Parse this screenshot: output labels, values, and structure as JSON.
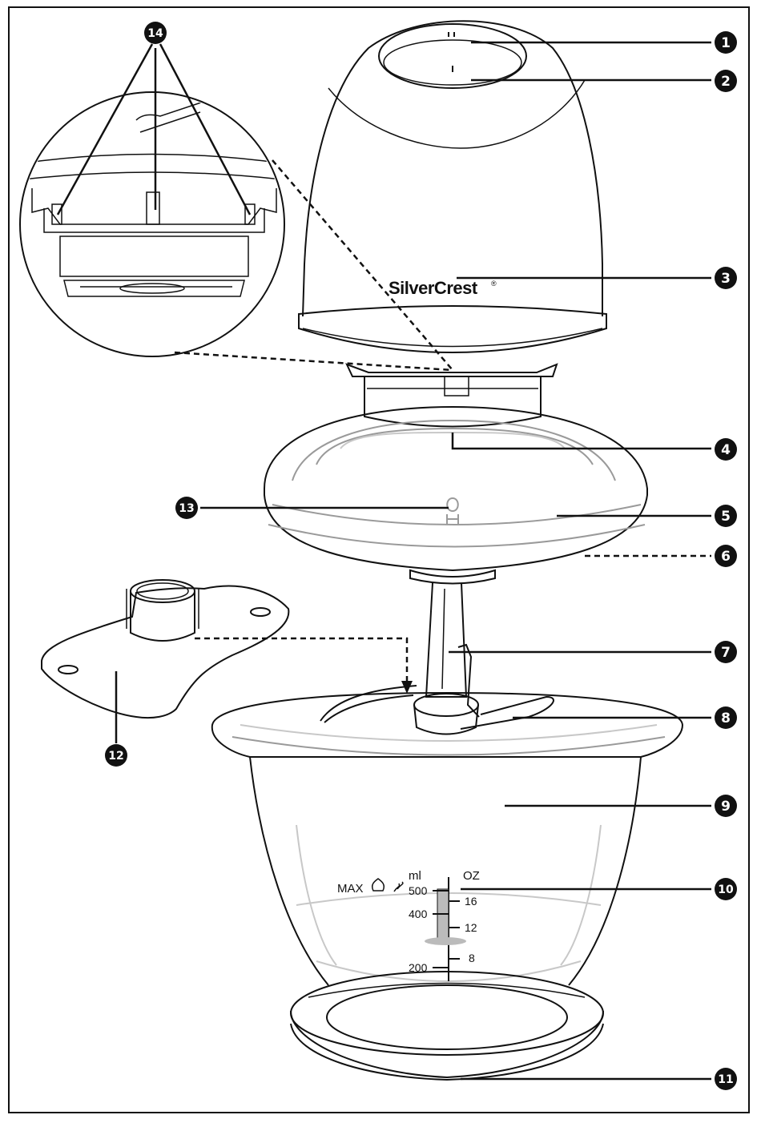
{
  "brand": {
    "logo_text": "SilverCrest",
    "logo_mark": "®"
  },
  "scale": {
    "ml_label": "ml",
    "oz_label": "OZ",
    "max_label": "MAX",
    "ml_ticks": [
      "500",
      "400",
      "200"
    ],
    "oz_ticks": [
      "16",
      "12",
      "8"
    ]
  },
  "callouts": [
    {
      "number": "1"
    },
    {
      "number": "2"
    },
    {
      "number": "3"
    },
    {
      "number": "4"
    },
    {
      "number": "5"
    },
    {
      "number": "6"
    },
    {
      "number": "7"
    },
    {
      "number": "8"
    },
    {
      "number": "9"
    },
    {
      "number": "10"
    },
    {
      "number": "11"
    },
    {
      "number": "12"
    },
    {
      "number": "13"
    },
    {
      "number": "14"
    }
  ]
}
